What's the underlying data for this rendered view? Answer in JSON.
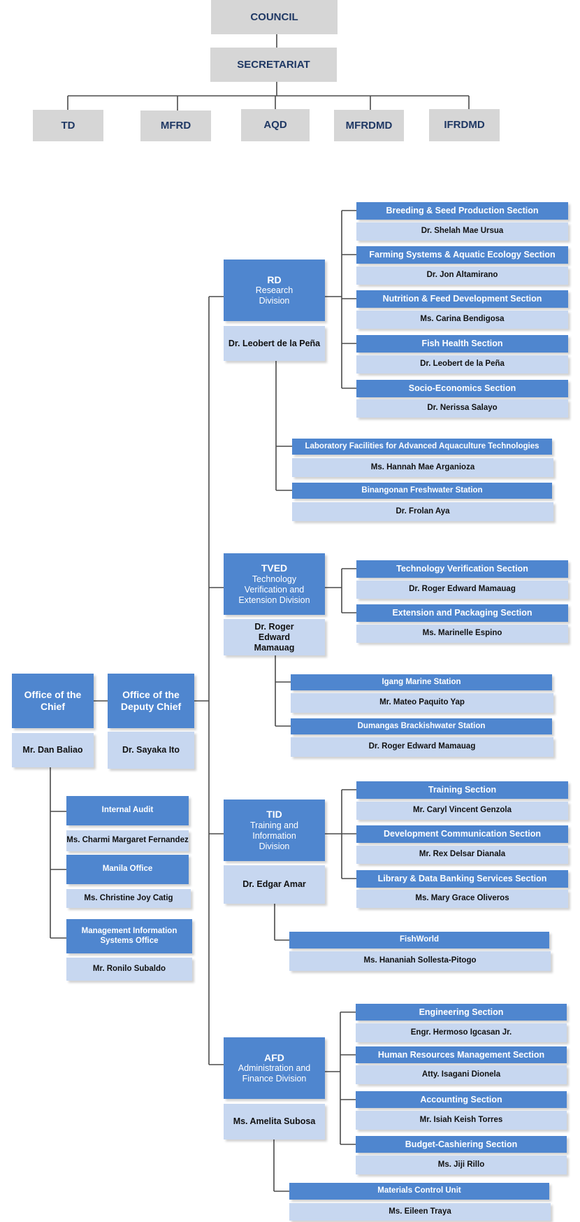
{
  "top": {
    "council": "COUNCIL",
    "secretariat": "SECRETARIAT",
    "departments": [
      "TD",
      "MFRD",
      "AQD",
      "MFRDMD",
      "IFRDMD"
    ]
  },
  "chief": {
    "title": "Office of the Chief",
    "name": "Mr. Dan Baliao"
  },
  "deputy": {
    "title": "Office of the Deputy Chief",
    "name": "Dr. Sayaka Ito"
  },
  "chief_units": [
    {
      "title": "Internal Audit",
      "name": "Ms. Charmi Margaret Fernandez"
    },
    {
      "title": "Manila Office",
      "name": "Ms. Christine Joy Catig"
    },
    {
      "title": "Management Information Systems Office",
      "name": "Mr. Ronilo Subaldo"
    }
  ],
  "divisions": {
    "rd": {
      "code": "RD",
      "full": "Research Division",
      "head": "Dr. Leobert de la Peña",
      "sections": [
        {
          "title": "Breeding & Seed Production Section",
          "name": "Dr. Shelah Mae Ursua"
        },
        {
          "title": "Farming Systems & Aquatic Ecology Section",
          "name": "Dr. Jon Altamirano"
        },
        {
          "title": "Nutrition & Feed Development Section",
          "name": "Ms. Carina Bendigosa"
        },
        {
          "title": "Fish Health Section",
          "name": "Dr. Leobert de la Peña"
        },
        {
          "title": "Socio-Economics Section",
          "name": "Dr. Nerissa Salayo"
        }
      ],
      "units": [
        {
          "title": "Laboratory Facilities for Advanced Aquaculture Technologies",
          "name": "Ms. Hannah Mae Arganioza"
        },
        {
          "title": "Binangonan Freshwater Station",
          "name": "Dr. Frolan Aya"
        }
      ]
    },
    "tved": {
      "code": "TVED",
      "full": "Technology Verification and Extension Division",
      "head": "Dr. Roger Edward Mamauag",
      "sections": [
        {
          "title": "Technology Verification Section",
          "name": "Dr. Roger Edward Mamauag"
        },
        {
          "title": "Extension and Packaging Section",
          "name": "Ms. Marinelle Espino"
        }
      ],
      "units": [
        {
          "title": "Igang Marine Station",
          "name": "Mr. Mateo Paquito Yap"
        },
        {
          "title": "Dumangas Brackishwater Station",
          "name": "Dr. Roger Edward Mamauag"
        }
      ]
    },
    "tid": {
      "code": "TID",
      "full": "Training and Information Division",
      "head": "Dr. Edgar Amar",
      "sections": [
        {
          "title": "Training Section",
          "name": "Mr. Caryl Vincent Genzola"
        },
        {
          "title": "Development Communication Section",
          "name": "Mr. Rex Delsar Dianala"
        },
        {
          "title": "Library & Data Banking Services Section",
          "name": "Ms. Mary Grace Oliveros"
        }
      ],
      "units": [
        {
          "title": "FishWorld",
          "name": "Ms. Hananiah Sollesta-Pitogo"
        }
      ]
    },
    "afd": {
      "code": "AFD",
      "full": "Administration and Finance Division",
      "head": "Ms. Amelita Subosa",
      "sections": [
        {
          "title": "Engineering Section",
          "name": "Engr. Hermoso Igcasan Jr."
        },
        {
          "title": "Human Resources Management Section",
          "name": "Atty. Isagani Dionela"
        },
        {
          "title": "Accounting Section",
          "name": "Mr. Isiah Keish Torres"
        },
        {
          "title": "Budget-Cashiering Section",
          "name": "Ms. Jiji Rillo"
        }
      ],
      "units": [
        {
          "title": "Materials Control Unit",
          "name": "Ms. Eileen Traya"
        }
      ]
    }
  }
}
